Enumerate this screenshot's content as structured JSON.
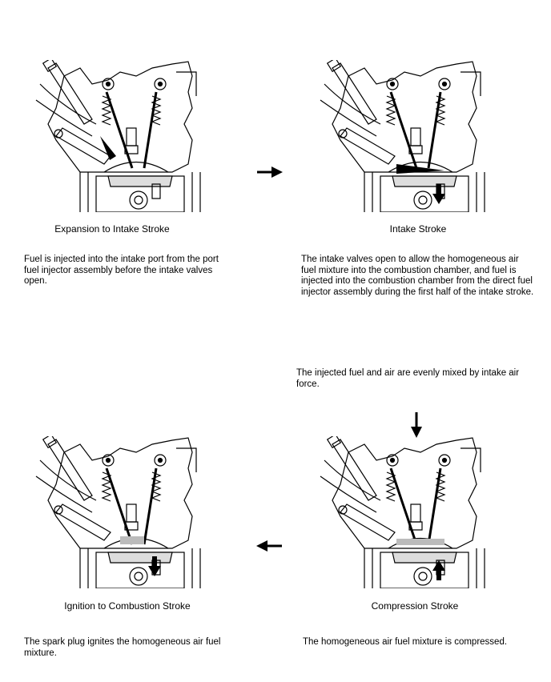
{
  "stages": [
    {
      "caption": "Expansion to Intake Stroke",
      "description": "Fuel is injected into the intake port from the port fuel injector assembly before the intake valves open."
    },
    {
      "caption": "Intake Stroke",
      "description": "The intake valves open to allow the homogeneous air fuel mixture into the combustion chamber, and fuel is injected into the combustion chamber from the direct fuel injector assembly during the first half of the intake stroke."
    },
    {
      "caption": "Compression Stroke",
      "description": "The homogeneous air fuel mixture is compressed."
    },
    {
      "caption": "Ignition to Combustion Stroke",
      "description": "The spark plug ignites the homogeneous air fuel mixture."
    }
  ],
  "transition_note": "The injected fuel and air are evenly mixed by intake air force.",
  "icons": {
    "flow_right": "arrow-right-icon",
    "flow_down": "arrow-down-icon",
    "flow_left": "arrow-left-icon"
  }
}
